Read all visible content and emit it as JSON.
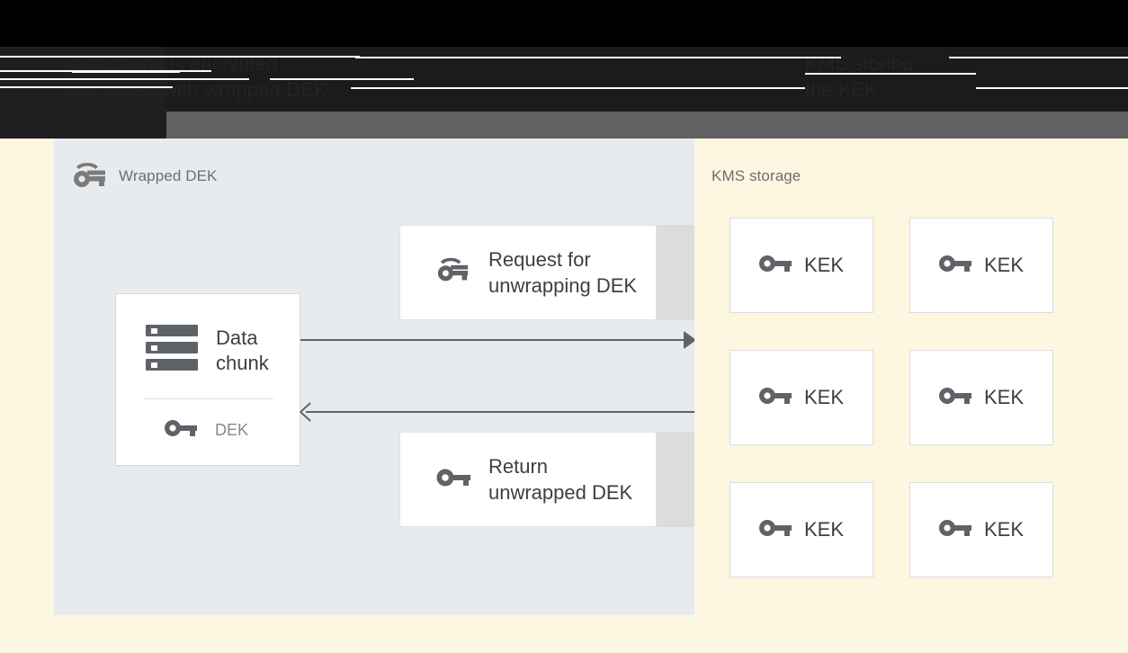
{
  "header": {
    "line_left": "Data chunk is encrypted\nand stored with wrapped DEK",
    "line_right": "KMS storing\nthe KEK",
    "background_black": "#000000",
    "background_dark": "#1b1b1b",
    "background_gray": "#616161",
    "text_color": "#232323"
  },
  "diagram": {
    "background": "#fdf6e0",
    "left_panel": {
      "title": "Wrapped DEK",
      "title_icon": "wrapped-key-icon",
      "background": "#e8ebee",
      "data_chunk_card": {
        "icon": "server-stack-icon",
        "label": "Data\nchunk",
        "key_icon": "key-icon",
        "key_label": "DEK"
      },
      "messages": [
        {
          "id": "request",
          "icon": "wrapped-key-icon",
          "label": "Request for\nunwrapping DEK"
        },
        {
          "id": "return",
          "icon": "key-icon",
          "label": "Return\nunwrapped DEK"
        }
      ],
      "arrows": [
        {
          "id": "request-arrow",
          "direction": "right",
          "head": "solid"
        },
        {
          "id": "return-arrow",
          "direction": "left",
          "head": "open"
        }
      ]
    },
    "right_panel": {
      "title": "KMS storage",
      "background": "#fdf6e0",
      "keks": [
        {
          "icon": "key-icon",
          "label": "KEK"
        },
        {
          "icon": "key-icon",
          "label": "KEK"
        },
        {
          "icon": "key-icon",
          "label": "KEK"
        },
        {
          "icon": "key-icon",
          "label": "KEK"
        },
        {
          "icon": "key-icon",
          "label": "KEK"
        },
        {
          "icon": "key-icon",
          "label": "KEK"
        }
      ]
    }
  },
  "colors": {
    "card_text": "#3c4043",
    "muted_text": "#6e6e6e",
    "icon_gray": "#5f6368",
    "arrow": "#5f6368",
    "card_border": "#dcdcdc",
    "clip_block": "#dcdcdc"
  }
}
